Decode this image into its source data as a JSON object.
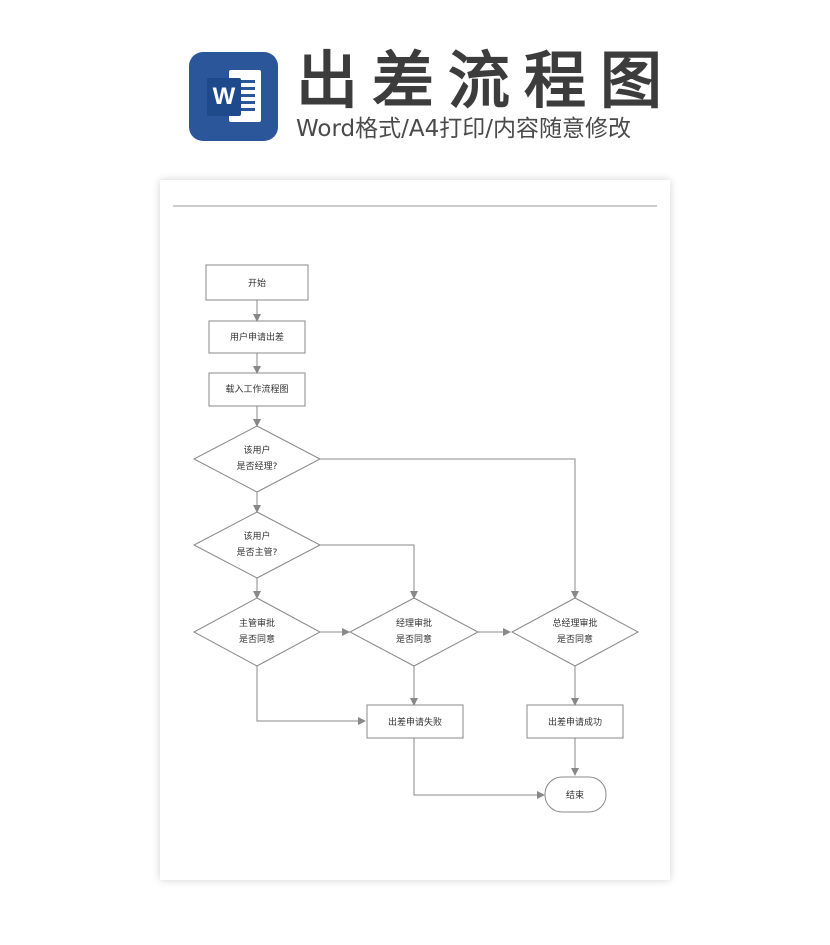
{
  "header": {
    "icon": "word-document-icon",
    "icon_letter": "W",
    "title": "出差流程图",
    "subtitle": "Word格式/A4打印/内容随意修改"
  },
  "colors": {
    "brand_blue": "#2b579a",
    "line": "#888888",
    "title_text": "#3c3c3c"
  },
  "flowchart": {
    "nodes": {
      "start": "开始",
      "apply": "用户申请出差",
      "load_flow": "载入工作流程图",
      "is_manager_line1": "该用户",
      "is_manager_line2": "是否经理?",
      "is_supervisor_line1": "该用户",
      "is_supervisor_line2": "是否主管?",
      "supervisor_approve_line1": "主管审批",
      "supervisor_approve_line2": "是否同意",
      "manager_approve_line1": "经理审批",
      "manager_approve_line2": "是否同意",
      "gm_approve_line1": "总经理审批",
      "gm_approve_line2": "是否同意",
      "fail": "出差申请失败",
      "success": "出差申请成功",
      "end": "结束"
    }
  }
}
